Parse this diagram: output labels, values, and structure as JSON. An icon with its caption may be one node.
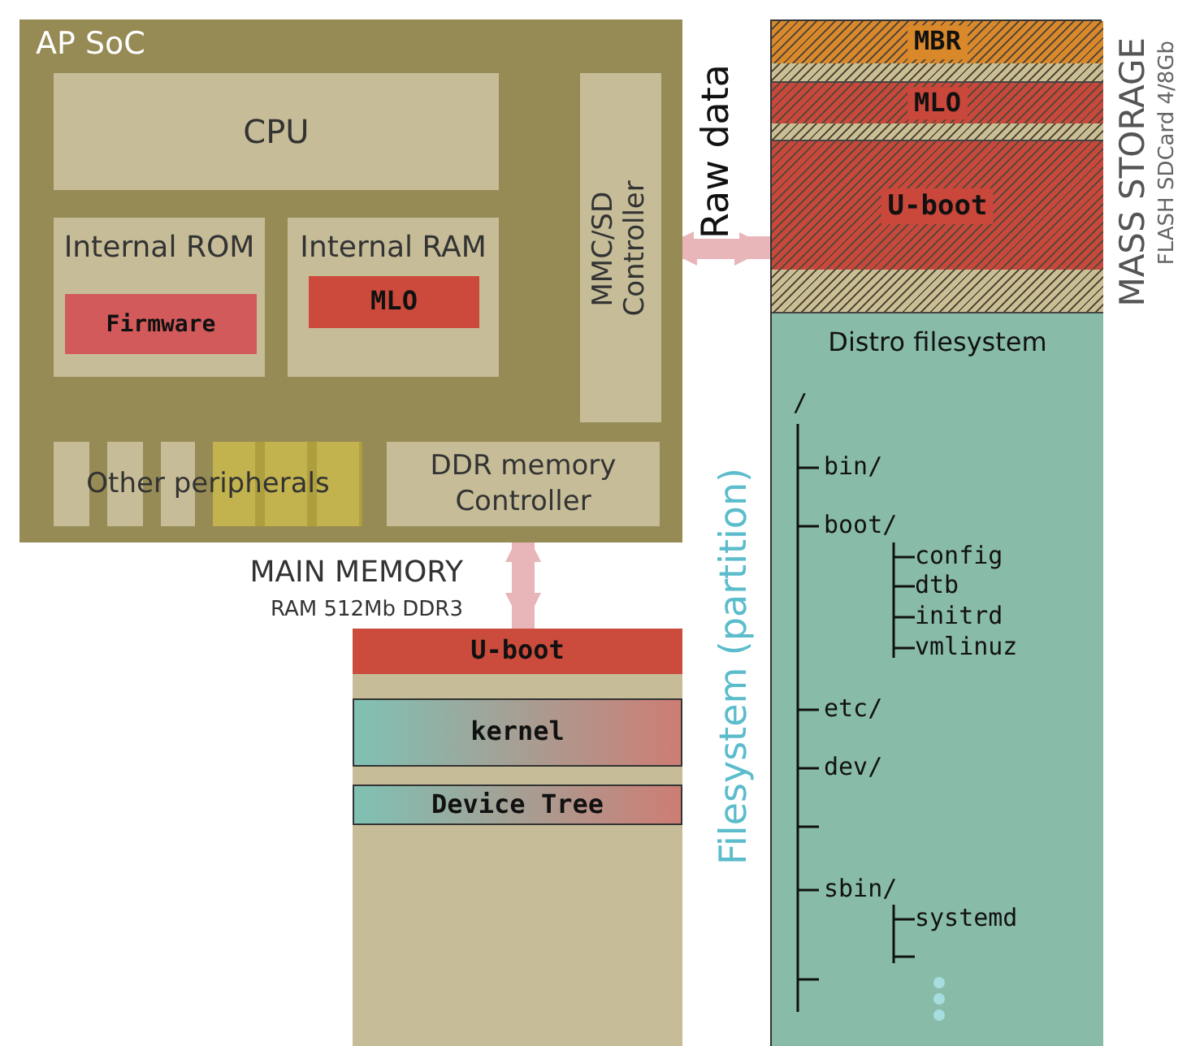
{
  "diagram": {
    "nodes": [
      {
        "text": [
          "AP SoC"
        ]
      },
      {
        "text": [
          "CPU"
        ],
        "in": 0
      },
      {
        "text": [
          "Internal ROM"
        ],
        "in": 0
      },
      {
        "text": [
          "Firmware"
        ],
        "in": 2
      },
      {
        "text": [
          "Internal RAM"
        ],
        "in": 0
      },
      {
        "text": [
          "MLO"
        ],
        "in": 4
      },
      {
        "text": [
          "MMC/SD Controller"
        ],
        "in": 0
      },
      {
        "text": [
          "Other peripherals"
        ],
        "in": 0
      },
      {
        "text": [
          "DDR memory Controller"
        ],
        "in": 0
      },
      {
        "text": [
          "MAIN MEMORY",
          "RAM 512Mb DDR3"
        ]
      },
      {
        "text": [
          "U-boot"
        ],
        "in": 9
      },
      {
        "text": [
          "kernel"
        ],
        "in": 9
      },
      {
        "text": [
          "Device Tree"
        ],
        "in": 9
      },
      {
        "text": [
          "MASS STORAGE",
          "FLASH SDCard 4/8Gb"
        ]
      },
      {
        "text": [
          "MBR"
        ],
        "in": 13
      },
      {
        "text": [],
        "shape": "bar",
        "in": 13
      },
      {
        "text": [
          "MLO"
        ],
        "in": 13
      },
      {
        "text": [],
        "shape": "bar",
        "in": 13
      },
      {
        "text": [
          "U-boot"
        ],
        "in": 13
      },
      {
        "text": [],
        "shape": "bar",
        "in": 13
      },
      {
        "text": [
          "Distro filesystem",
          "/",
          "bin/",
          "boot/",
          "config",
          "dtb",
          "initrd",
          "vmlinuz",
          "etc/",
          "dev/",
          "sbin/",
          "systemd"
        ],
        "in": 13,
        "beside": [
          "Filesystem (partition)"
        ]
      }
    ],
    "edges": [
      {
        "from": 6,
        "to": 13,
        "arrow": "both",
        "label": "Raw data"
      },
      {
        "from": 8,
        "to": 9,
        "arrow": "both"
      }
    ]
  }
}
